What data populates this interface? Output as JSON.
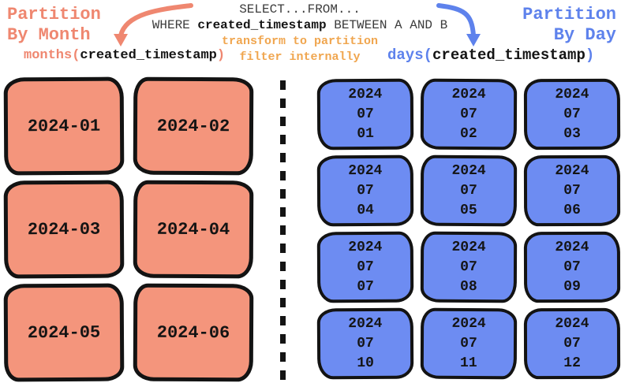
{
  "left_panel": {
    "title_lines": [
      "Partition",
      "By Month"
    ],
    "fn": {
      "prefix": "months(",
      "arg": "created_timestamp",
      "suffix": ")"
    },
    "partitions": [
      "2024-01",
      "2024-02",
      "2024-03",
      "2024-04",
      "2024-05",
      "2024-06"
    ]
  },
  "query": {
    "line1": "SELECT...FROM...",
    "line2": {
      "pre": "WHERE ",
      "column": "created_timestamp",
      "post": " BETWEEN A AND B"
    },
    "annotation_lines": [
      "transform to partition",
      "filter internally"
    ]
  },
  "right_panel": {
    "title_lines": [
      "Partition",
      "By Day"
    ],
    "fn": {
      "prefix": "days(",
      "arg": "created_timestamp",
      "suffix": ")"
    },
    "partitions": [
      {
        "year": "2024",
        "month": "07",
        "day": "01"
      },
      {
        "year": "2024",
        "month": "07",
        "day": "02"
      },
      {
        "year": "2024",
        "month": "07",
        "day": "03"
      },
      {
        "year": "2024",
        "month": "07",
        "day": "04"
      },
      {
        "year": "2024",
        "month": "07",
        "day": "05"
      },
      {
        "year": "2024",
        "month": "07",
        "day": "06"
      },
      {
        "year": "2024",
        "month": "07",
        "day": "07"
      },
      {
        "year": "2024",
        "month": "07",
        "day": "08"
      },
      {
        "year": "2024",
        "month": "07",
        "day": "09"
      },
      {
        "year": "2024",
        "month": "07",
        "day": "10"
      },
      {
        "year": "2024",
        "month": "07",
        "day": "11"
      },
      {
        "year": "2024",
        "month": "07",
        "day": "12"
      }
    ]
  },
  "icons": {
    "left_arrow": "curved-arrow-down-left",
    "right_arrow": "curved-arrow-down-right"
  },
  "colors": {
    "salmon_fill": "#F4957C",
    "salmon_accent": "#EF8770",
    "blue_fill": "#6D8CF2",
    "blue_accent": "#5E82EC",
    "orange_accent": "#F0A64F",
    "ink": "#141414",
    "gray_text": "#3C3C3C"
  }
}
